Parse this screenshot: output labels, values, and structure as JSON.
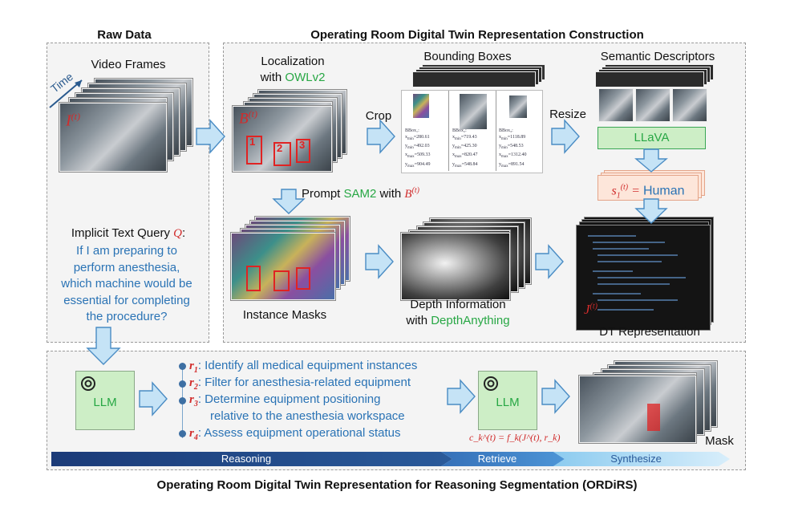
{
  "headings": {
    "raw_data": "Raw Data",
    "construction": "Operating Room Digital Twin Representation Construction",
    "footer": "Operating Room Digital Twin Representation for Reasoning Segmentation (ORDiRS)"
  },
  "raw": {
    "video_frames": "Video Frames",
    "time": "Time",
    "frame_symbol": "I",
    "frame_sup": "(t)",
    "query_title": "Implicit Text Query ",
    "query_symbol": "Q",
    "query_colon": ":",
    "query_text": [
      "If I am preparing to",
      "perform anesthesia,",
      "which machine would be",
      "essential for completing",
      "the procedure?"
    ]
  },
  "construction": {
    "localization_line1": "Localization",
    "localization_with": "with ",
    "owlv2": "OWLv2",
    "b_symbol": "B",
    "b_sup": "(t)",
    "box_numbers": [
      "1",
      "2",
      "3"
    ],
    "crop": "Crop",
    "bounding_boxes": "Bounding Boxes",
    "bbox_values": [
      {
        "name": "BBox₁:",
        "xmin": "=280.61",
        "ymin": "=492.03",
        "xmax": "=509.33",
        "ymax": "=904.49"
      },
      {
        "name": "BBox₂:",
        "xmin": "=719.43",
        "ymin": "=425.30",
        "xmax": "=820.47",
        "ymax": "=548.84"
      },
      {
        "name": "BBox₃:",
        "xmin": "=1118.89",
        "ymin": "=548.53",
        "xmax": "=1312.40",
        "ymax": "=891.54"
      }
    ],
    "resize": "Resize",
    "semantic_descriptors": "Semantic Descriptors",
    "llava": "LLaVA",
    "s_symbol": "s",
    "s_sub": "1",
    "s_sup": "(t)",
    "s_eq": " = ",
    "s_value": "Human",
    "prompt_text": "Prompt ",
    "sam2": "SAM2",
    "prompt_with": " with ",
    "instance_masks": "Instance Masks",
    "depth_line1": "Depth Information",
    "depth_with": "with ",
    "depthanything": "DepthAnything",
    "dt_representation": "DT Representation",
    "j_symbol": "J",
    "j_sup": "(t)"
  },
  "reasoning": {
    "llm_left": "LLM",
    "llm_right": "LLM",
    "steps": [
      {
        "label": "r",
        "sub": "1",
        "text": ": Identify all medical equipment instances"
      },
      {
        "label": "r",
        "sub": "2",
        "text": ": Filter for anesthesia-related equipment"
      },
      {
        "label": "r",
        "sub": "3",
        "text": ": Determine equipment positioning"
      },
      {
        "label": "",
        "sub": "",
        "text": "relative to the anesthesia workspace"
      },
      {
        "label": "r",
        "sub": "4",
        "text": ": Assess equipment operational status"
      }
    ],
    "formula": "c_k^(t) = f_k(J^(t), r_k)",
    "mask": "Mask",
    "bar": [
      "Reasoning",
      "Retrieve",
      "Synthesize"
    ]
  },
  "colors": {
    "accent_green": "#27a744",
    "accent_blue": "#2a73b5",
    "accent_red": "#d12c2c",
    "arrow_fill": "#c5e3f6",
    "arrow_stroke": "#4a8cc4",
    "bar_dark": "#1d3f7a",
    "bar_mid": "#3b79c0",
    "bar_light": "#a9d8f3"
  }
}
